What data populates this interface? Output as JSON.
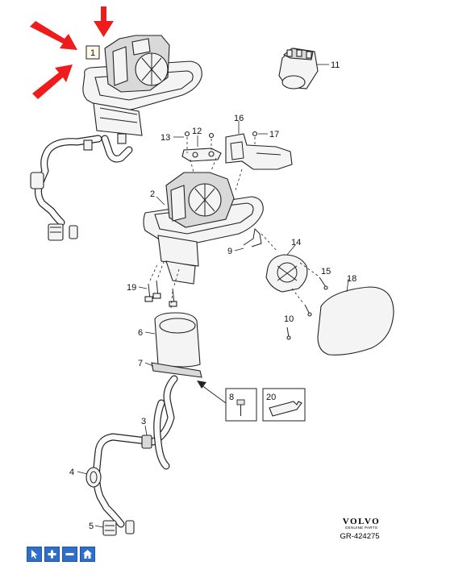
{
  "callouts": {
    "c1": "1",
    "c2": "2",
    "c3": "3",
    "c4": "4",
    "c5": "5",
    "c6": "6",
    "c7": "7",
    "c8": "8",
    "c9": "9",
    "c10": "10",
    "c11": "11",
    "c12": "12",
    "c13": "13",
    "c14": "14",
    "c15": "15",
    "c16": "16",
    "c17": "17",
    "c18": "18",
    "c19": "19",
    "c20": "20"
  },
  "logo": {
    "brand": "VOLVO",
    "tagline": "GENUINE PARTS"
  },
  "reference": "GR-424275",
  "colors": {
    "arrow": "#ee1c1c",
    "toolbar": "#2f6fc9",
    "line": "#222222"
  },
  "toolbar": {
    "buttons": [
      {
        "icon": "pointer-icon"
      },
      {
        "icon": "zoom-in-icon"
      },
      {
        "icon": "zoom-out-icon"
      },
      {
        "icon": "home-icon"
      }
    ]
  }
}
